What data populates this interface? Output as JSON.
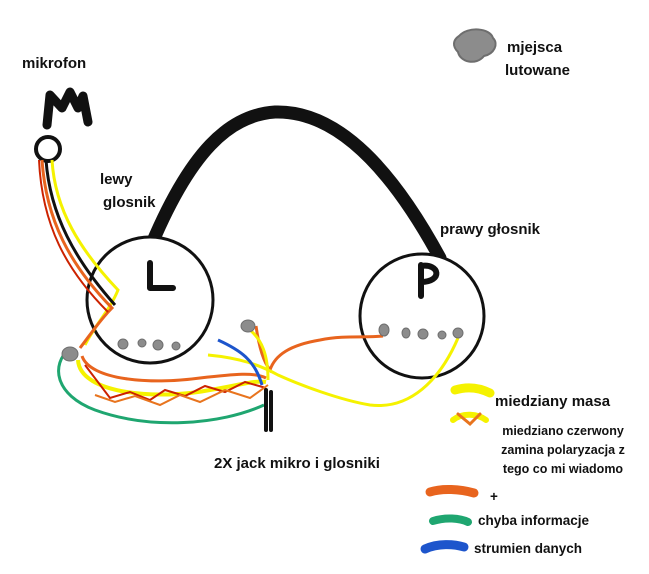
{
  "labels": {
    "mikrofon": "mikrofon",
    "mic_symbol": "M",
    "lewy_glosnik": [
      "lewy",
      "glosnik"
    ],
    "left_symbol": "L",
    "prawy_glosnik": "prawy głosnik",
    "right_symbol": "P",
    "solder_legend": [
      "mjejsca",
      "lutowane"
    ],
    "jack_label": "2X jack mikro i glosniki"
  },
  "legend": [
    {
      "color": "#f5f200",
      "text": [
        "miedziany masa"
      ]
    },
    {
      "color": "#e8741e",
      "text": [
        "miedziano czerwony",
        "zamina polaryzacja z",
        "tego co mi wiadomo"
      ]
    },
    {
      "color": "#e8641e",
      "text": [
        "+"
      ]
    },
    {
      "color": "#1fa670",
      "text": [
        "chyba informacje"
      ]
    },
    {
      "color": "#1d55cc",
      "text": [
        "strumien danych"
      ]
    }
  ],
  "colors": {
    "yellow": "#f5f200",
    "orange": "#e8641e",
    "red": "#cc2200",
    "green": "#1fa670",
    "blue": "#1d55cc",
    "black": "#111111",
    "solder": "#8c8c8c"
  }
}
